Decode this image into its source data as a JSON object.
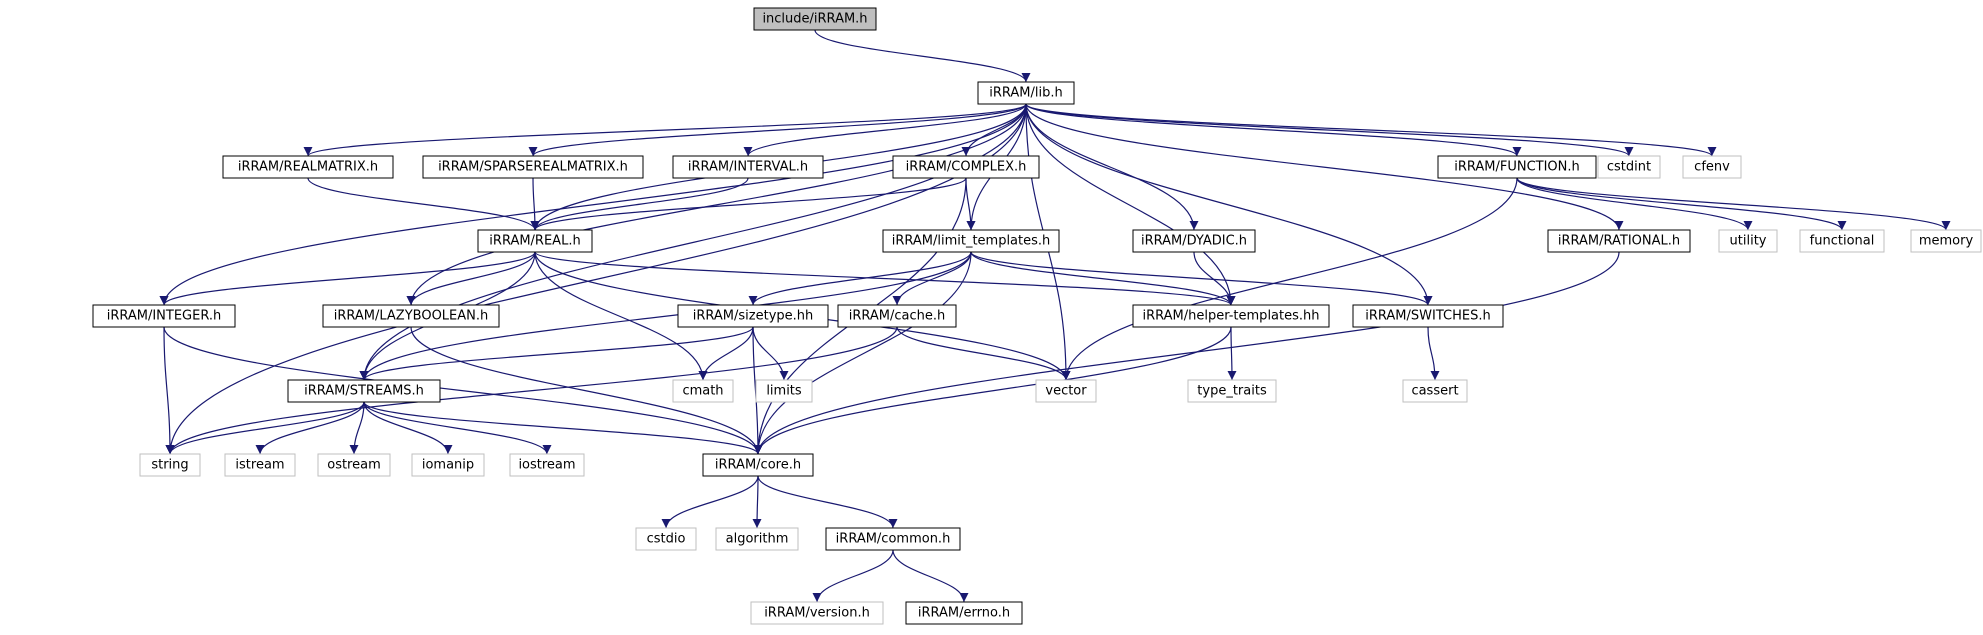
{
  "colors": {
    "edge": "#191970",
    "root_fill": "#bfbfbf",
    "documented_border": "#000000",
    "external_border": "#bfbfbf",
    "node_fill": "#ffffff"
  },
  "nodes": [
    {
      "id": "root",
      "label": "include/iRRAM.h",
      "kind": "root"
    },
    {
      "id": "lib",
      "label": "iRRAM/lib.h",
      "kind": "documented"
    },
    {
      "id": "realmatrix",
      "label": "iRRAM/REALMATRIX.h",
      "kind": "documented"
    },
    {
      "id": "sparserealmatrix",
      "label": "iRRAM/SPARSEREALMATRIX.h",
      "kind": "documented"
    },
    {
      "id": "interval",
      "label": "iRRAM/INTERVAL.h",
      "kind": "documented"
    },
    {
      "id": "complex",
      "label": "iRRAM/COMPLEX.h",
      "kind": "documented"
    },
    {
      "id": "function",
      "label": "iRRAM/FUNCTION.h",
      "kind": "documented"
    },
    {
      "id": "cstdint",
      "label": "cstdint",
      "kind": "external"
    },
    {
      "id": "cfenv",
      "label": "cfenv",
      "kind": "external"
    },
    {
      "id": "real",
      "label": "iRRAM/REAL.h",
      "kind": "documented"
    },
    {
      "id": "limit_templates",
      "label": "iRRAM/limit_templates.h",
      "kind": "documented"
    },
    {
      "id": "dyadic",
      "label": "iRRAM/DYADIC.h",
      "kind": "documented"
    },
    {
      "id": "rational",
      "label": "iRRAM/RATIONAL.h",
      "kind": "documented"
    },
    {
      "id": "utility",
      "label": "utility",
      "kind": "external"
    },
    {
      "id": "functional",
      "label": "functional",
      "kind": "external"
    },
    {
      "id": "memory",
      "label": "memory",
      "kind": "external"
    },
    {
      "id": "integer",
      "label": "iRRAM/INTEGER.h",
      "kind": "documented"
    },
    {
      "id": "lazyboolean",
      "label": "iRRAM/LAZYBOOLEAN.h",
      "kind": "documented"
    },
    {
      "id": "sizetype",
      "label": "iRRAM/sizetype.hh",
      "kind": "documented"
    },
    {
      "id": "cache",
      "label": "iRRAM/cache.h",
      "kind": "documented"
    },
    {
      "id": "helper_templates",
      "label": "iRRAM/helper-templates.hh",
      "kind": "documented"
    },
    {
      "id": "switches",
      "label": "iRRAM/SWITCHES.h",
      "kind": "documented"
    },
    {
      "id": "streams",
      "label": "iRRAM/STREAMS.h",
      "kind": "documented"
    },
    {
      "id": "cmath",
      "label": "cmath",
      "kind": "external"
    },
    {
      "id": "limits",
      "label": "limits",
      "kind": "external"
    },
    {
      "id": "vector",
      "label": "vector",
      "kind": "external"
    },
    {
      "id": "type_traits",
      "label": "type_traits",
      "kind": "external"
    },
    {
      "id": "cassert",
      "label": "cassert",
      "kind": "external"
    },
    {
      "id": "string",
      "label": "string",
      "kind": "external"
    },
    {
      "id": "istream",
      "label": "istream",
      "kind": "external"
    },
    {
      "id": "ostream",
      "label": "ostream",
      "kind": "external"
    },
    {
      "id": "iomanip",
      "label": "iomanip",
      "kind": "external"
    },
    {
      "id": "iostream",
      "label": "iostream",
      "kind": "external"
    },
    {
      "id": "core",
      "label": "iRRAM/core.h",
      "kind": "documented"
    },
    {
      "id": "cstdio",
      "label": "cstdio",
      "kind": "external"
    },
    {
      "id": "algorithm",
      "label": "algorithm",
      "kind": "external"
    },
    {
      "id": "common",
      "label": "iRRAM/common.h",
      "kind": "documented"
    },
    {
      "id": "version",
      "label": "iRRAM/version.h",
      "kind": "external"
    },
    {
      "id": "errno",
      "label": "iRRAM/errno.h",
      "kind": "documented"
    }
  ],
  "edges": [
    [
      "root",
      "lib"
    ],
    [
      "lib",
      "realmatrix"
    ],
    [
      "lib",
      "sparserealmatrix"
    ],
    [
      "lib",
      "interval"
    ],
    [
      "lib",
      "complex"
    ],
    [
      "lib",
      "function"
    ],
    [
      "lib",
      "cstdint"
    ],
    [
      "lib",
      "cfenv"
    ],
    [
      "lib",
      "real"
    ],
    [
      "lib",
      "limit_templates"
    ],
    [
      "lib",
      "dyadic"
    ],
    [
      "lib",
      "rational"
    ],
    [
      "lib",
      "integer"
    ],
    [
      "lib",
      "lazyboolean"
    ],
    [
      "lib",
      "streams"
    ],
    [
      "lib",
      "string"
    ],
    [
      "lib",
      "vector"
    ],
    [
      "lib",
      "helper_templates"
    ],
    [
      "lib",
      "switches"
    ],
    [
      "realmatrix",
      "real"
    ],
    [
      "sparserealmatrix",
      "real"
    ],
    [
      "interval",
      "real"
    ],
    [
      "complex",
      "real"
    ],
    [
      "complex",
      "limit_templates"
    ],
    [
      "complex",
      "core"
    ],
    [
      "function",
      "utility"
    ],
    [
      "function",
      "functional"
    ],
    [
      "function",
      "memory"
    ],
    [
      "function",
      "vector"
    ],
    [
      "real",
      "integer"
    ],
    [
      "real",
      "lazyboolean"
    ],
    [
      "real",
      "streams"
    ],
    [
      "real",
      "cmath"
    ],
    [
      "real",
      "vector"
    ],
    [
      "real",
      "helper_templates"
    ],
    [
      "limit_templates",
      "sizetype"
    ],
    [
      "limit_templates",
      "cache"
    ],
    [
      "limit_templates",
      "helper_templates"
    ],
    [
      "limit_templates",
      "switches"
    ],
    [
      "limit_templates",
      "streams"
    ],
    [
      "limit_templates",
      "core"
    ],
    [
      "dyadic",
      "helper_templates"
    ],
    [
      "rational",
      "core"
    ],
    [
      "integer",
      "string"
    ],
    [
      "integer",
      "core"
    ],
    [
      "lazyboolean",
      "core"
    ],
    [
      "sizetype",
      "cmath"
    ],
    [
      "sizetype",
      "limits"
    ],
    [
      "sizetype",
      "streams"
    ],
    [
      "sizetype",
      "core"
    ],
    [
      "cache",
      "vector"
    ],
    [
      "cache",
      "string"
    ],
    [
      "helper_templates",
      "type_traits"
    ],
    [
      "helper_templates",
      "core"
    ],
    [
      "switches",
      "cassert"
    ],
    [
      "streams",
      "string"
    ],
    [
      "streams",
      "istream"
    ],
    [
      "streams",
      "ostream"
    ],
    [
      "streams",
      "iomanip"
    ],
    [
      "streams",
      "iostream"
    ],
    [
      "streams",
      "core"
    ],
    [
      "core",
      "cstdio"
    ],
    [
      "core",
      "algorithm"
    ],
    [
      "core",
      "common"
    ],
    [
      "common",
      "version"
    ],
    [
      "common",
      "errno"
    ]
  ]
}
